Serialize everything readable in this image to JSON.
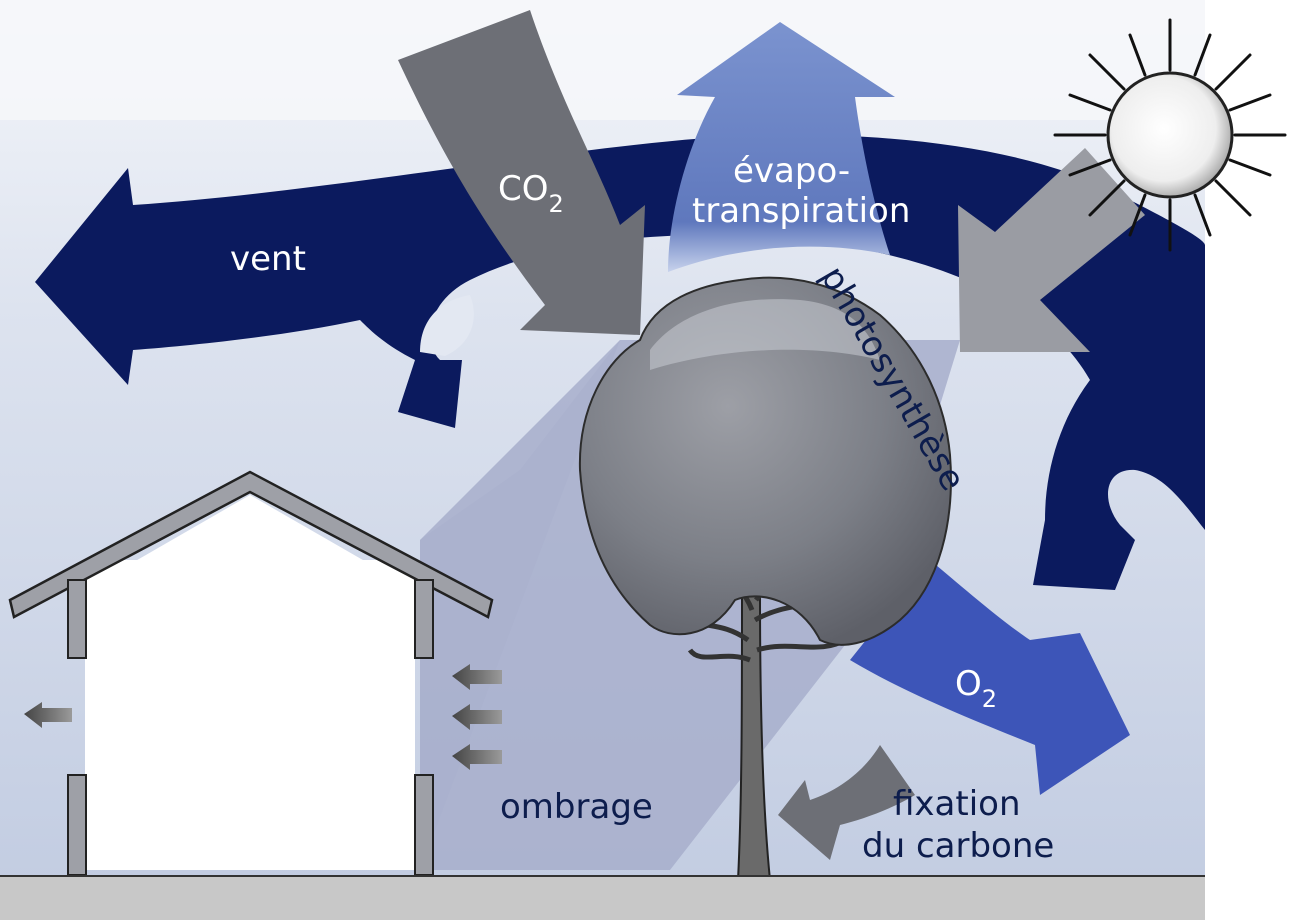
{
  "labels": {
    "vent": "vent",
    "co2_main": "CO",
    "co2_sub": "2",
    "evapo_line1": "évapo-",
    "evapo_line2": "transpiration",
    "photosynthese": "photosynthèse",
    "o2_main": "O",
    "o2_sub": "2",
    "ombrage": "ombrage",
    "fixation_line1": "fixation",
    "fixation_line2": "du carbone"
  },
  "colors": {
    "wind_navy": "#0b1a5e",
    "evapo_blue": "#6e86c8",
    "o2_blue": "#3d55b8",
    "co2_gray": "#6d6f76",
    "sun_ray_gray": "#9a9ca3",
    "sky_pale": "#d9e0ee",
    "shadow_blue": "#a4acc8",
    "ground": "#c8c8c8"
  }
}
